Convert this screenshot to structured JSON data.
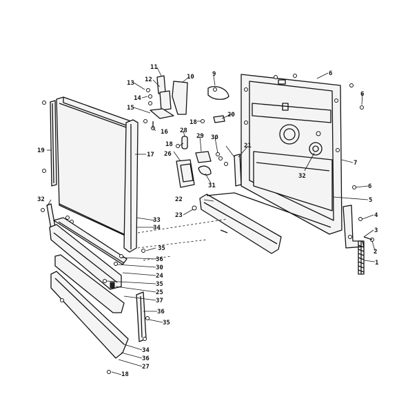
{
  "diagram": {
    "callouts": [
      {
        "id": "c1",
        "label": "1"
      },
      {
        "id": "c2",
        "label": "2"
      },
      {
        "id": "c3",
        "label": "3"
      },
      {
        "id": "c4",
        "label": "4"
      },
      {
        "id": "c5",
        "label": "5"
      },
      {
        "id": "c6a",
        "label": "6"
      },
      {
        "id": "c6b",
        "label": "6"
      },
      {
        "id": "c6c",
        "label": "6"
      },
      {
        "id": "c7",
        "label": "7"
      },
      {
        "id": "c9",
        "label": "9"
      },
      {
        "id": "c10",
        "label": "10"
      },
      {
        "id": "c11",
        "label": "11"
      },
      {
        "id": "c12",
        "label": "12"
      },
      {
        "id": "c13",
        "label": "13"
      },
      {
        "id": "c14",
        "label": "14"
      },
      {
        "id": "c15",
        "label": "15"
      },
      {
        "id": "c16",
        "label": "16"
      },
      {
        "id": "c17",
        "label": "17"
      },
      {
        "id": "c18a",
        "label": "18"
      },
      {
        "id": "c18b",
        "label": "18"
      },
      {
        "id": "c18c",
        "label": "18"
      },
      {
        "id": "c19",
        "label": "19"
      },
      {
        "id": "c20",
        "label": "20"
      },
      {
        "id": "c21",
        "label": "21"
      },
      {
        "id": "c22",
        "label": "22"
      },
      {
        "id": "c23",
        "label": "23"
      },
      {
        "id": "c24",
        "label": "24"
      },
      {
        "id": "c25",
        "label": "25"
      },
      {
        "id": "c26",
        "label": "26"
      },
      {
        "id": "c27",
        "label": "27"
      },
      {
        "id": "c28",
        "label": "28"
      },
      {
        "id": "c29",
        "label": "29"
      },
      {
        "id": "c30a",
        "label": "30"
      },
      {
        "id": "c30b",
        "label": "30"
      },
      {
        "id": "c31",
        "label": "31"
      },
      {
        "id": "c32a",
        "label": "32"
      },
      {
        "id": "c32b",
        "label": "32"
      },
      {
        "id": "c33",
        "label": "33"
      },
      {
        "id": "c34a",
        "label": "34"
      },
      {
        "id": "c34b",
        "label": "34"
      },
      {
        "id": "c35a",
        "label": "35"
      },
      {
        "id": "c35b",
        "label": "35"
      },
      {
        "id": "c35c",
        "label": "35"
      },
      {
        "id": "c36a",
        "label": "36"
      },
      {
        "id": "c36b",
        "label": "36"
      },
      {
        "id": "c36c",
        "label": "36"
      },
      {
        "id": "c37",
        "label": "37"
      }
    ]
  }
}
